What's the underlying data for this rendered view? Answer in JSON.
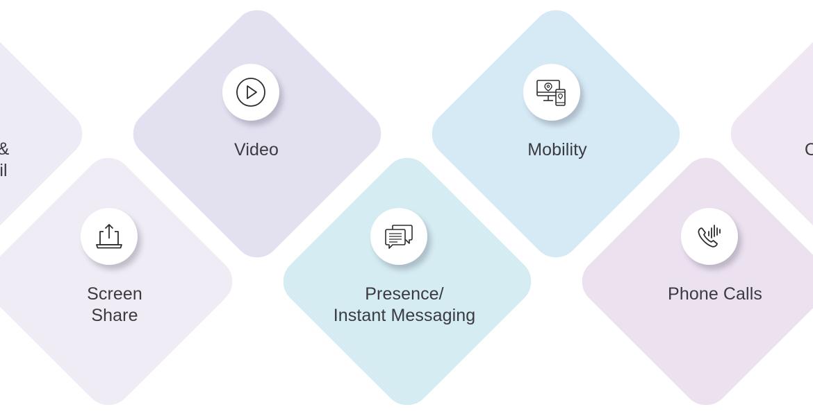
{
  "tiles": {
    "email": {
      "label_line1": "&",
      "label_line2": "il",
      "color": "#ecebf6"
    },
    "video": {
      "label": "Video",
      "icon": "play-icon",
      "color": "#e3e1f0"
    },
    "mobility": {
      "label": "Mobility",
      "icon": "devices-location-icon",
      "color": "#d6eaf5"
    },
    "right_partial": {
      "label": "C",
      "color": "#efe8f3"
    },
    "screen_share": {
      "label_line1": "Screen",
      "label_line2": "Share",
      "icon": "share-laptop-icon",
      "color": "#f0ecf5"
    },
    "presence": {
      "label_line1": "Presence/",
      "label_line2": "Instant Messaging",
      "icon": "chat-bubbles-icon",
      "color": "#d4ecf2"
    },
    "phone_calls": {
      "label": "Phone Calls",
      "icon": "phone-call-icon",
      "color": "#ece1ef"
    }
  }
}
